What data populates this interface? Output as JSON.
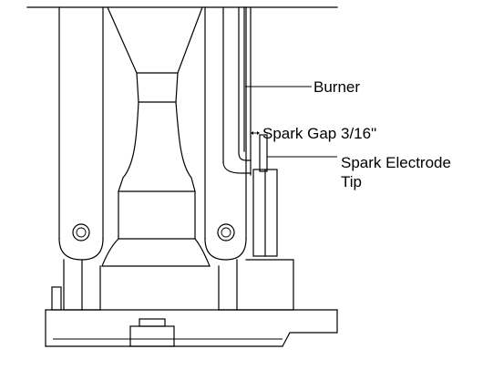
{
  "labels": {
    "burner": "Burner",
    "spark_gap": "Spark Gap 3/16\"",
    "spark_electrode_line1": "Spark Electrode",
    "spark_electrode_line2": "Tip"
  }
}
